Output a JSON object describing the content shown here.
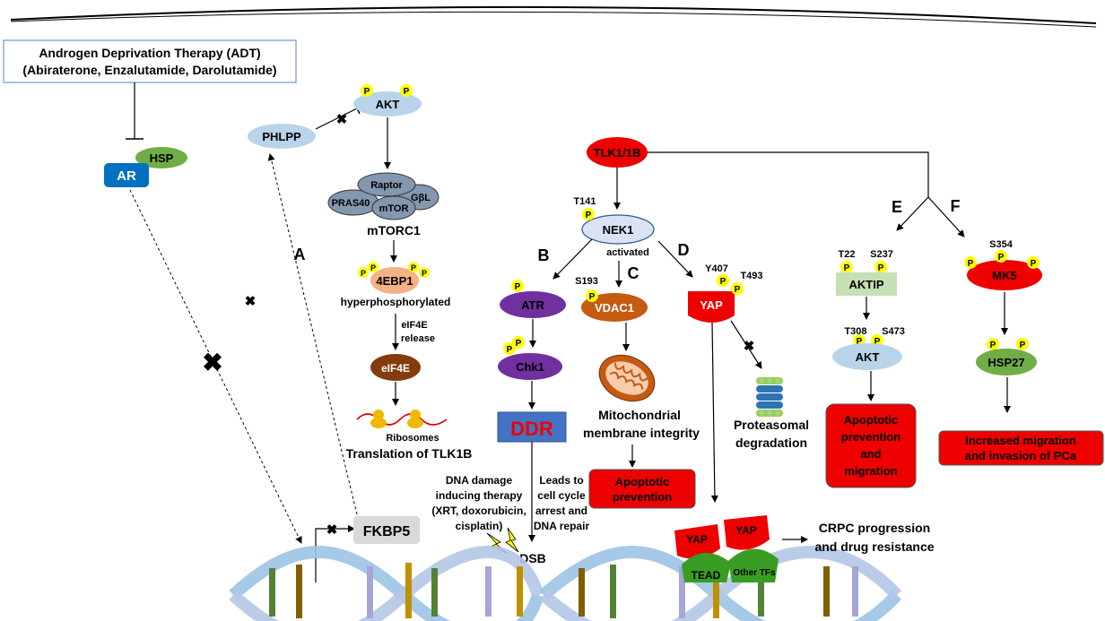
{
  "adt": {
    "line1": "Androgen Deprivation Therapy (ADT)",
    "line2": "(Abiraterone, Enzalutamide, Darolutamide)"
  },
  "nodes": {
    "hsp": "HSP",
    "ar": "AR",
    "phlpp": "PHLPP",
    "akt_top": "AKT",
    "raptor": "Raptor",
    "pras40": "PRAS40",
    "gbl": "GβL",
    "mtor": "mTOR",
    "mtorc1": "mTORC1",
    "ebp1": "4EBP1",
    "hyper": "hyperphosphorylated",
    "eif4e_rel1": "eIF4E",
    "eif4e_rel2": "release",
    "eif4e": "eIF4E",
    "ribosomes": "Ribosomes",
    "translation": "Translation of TLK1B",
    "fkbp5": "FKBP5",
    "tlk": "TLK1/1B",
    "nek1": "NEK1",
    "activated": "activated",
    "atr": "ATR",
    "chk1": "Chk1",
    "ddr": "DDR",
    "vdac1": "VDAC1",
    "mito1": "Mitochondrial",
    "mito2": "membrane integrity",
    "apop_prev1": "Apoptotic",
    "apop_prev2": "prevention",
    "yap": "YAP",
    "prot1": "Proteasomal",
    "prot2": "degradation",
    "dna_dmg1": "DNA damage",
    "dna_dmg2": "inducing therapy",
    "dna_dmg3": "(XRT, doxorubicin,",
    "dna_dmg4": "cisplatin)",
    "leads1": "Leads to",
    "leads2": "cell cycle",
    "leads3": "arrest and",
    "leads4": "DNA repair",
    "dsb": "DSB",
    "yap_a": "YAP",
    "yap_b": "YAP",
    "tead": "TEAD",
    "other_tfs": "Other TFs",
    "crpc1": "CRPC progression",
    "crpc2": "and drug resistance",
    "aktip": "AKTIP",
    "akt_right": "AKT",
    "apop_mig1": "Apoptotic",
    "apop_mig2": "prevention",
    "apop_mig3": "and",
    "apop_mig4": "migration",
    "mk5": "MK5",
    "hsp27": "HSP27",
    "inc1": "Increased migration",
    "inc2": "and invasion of PCa"
  },
  "sites": {
    "t141": "T141",
    "s193": "S193",
    "y407": "Y407",
    "t493": "T493",
    "t22": "T22",
    "s237": "S237",
    "t308": "T308",
    "s473": "S473",
    "s354": "S354"
  },
  "letters": {
    "a": "A",
    "b": "B",
    "c": "C",
    "d": "D",
    "e": "E",
    "f": "F"
  },
  "phospho": "P",
  "colors": {
    "light_blue": "#b9d4ea",
    "purple": "#7030a0",
    "orange": "#c55a11",
    "red": "#ee0000",
    "green": "#70ad47",
    "brown": "#843c0c",
    "gray_blue": "#8497b0",
    "yellow": "#ffff00",
    "ar_blue": "#0070c0",
    "salmon": "#f4b183"
  }
}
